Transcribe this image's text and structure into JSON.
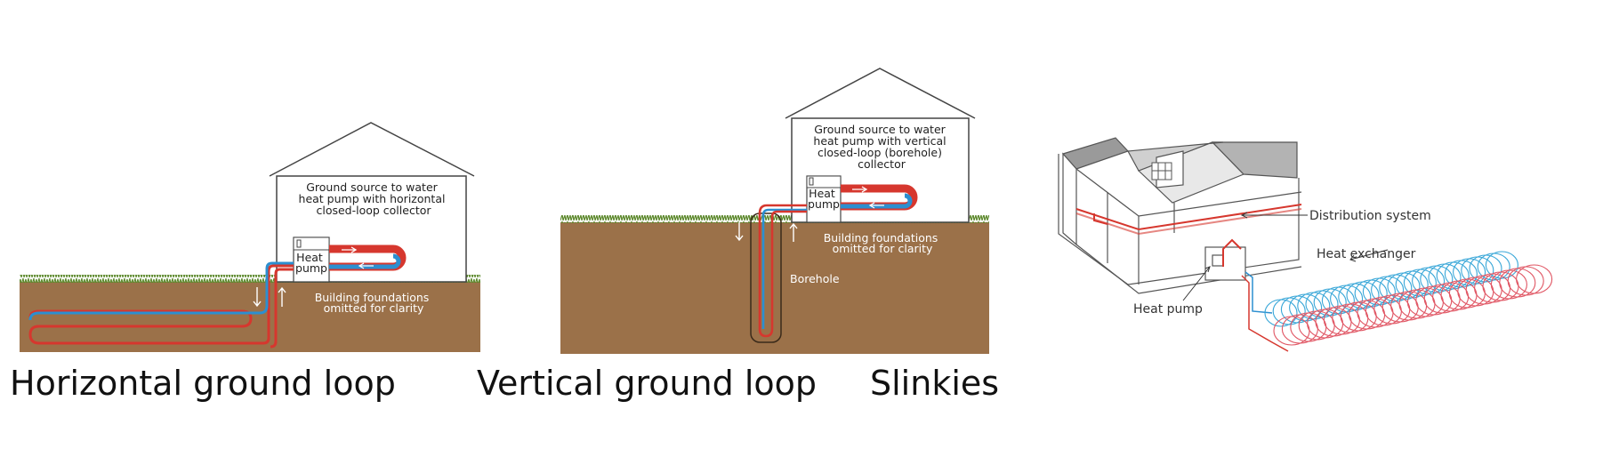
{
  "panels": {
    "horizontal": {
      "house_text": [
        "Ground source to water",
        "heat pump with horizontal",
        "closed-loop collector"
      ],
      "pump": [
        "Heat",
        "pump"
      ],
      "foundation_note": [
        "Building foundations",
        "omitted for clarity"
      ]
    },
    "vertical": {
      "house_text": [
        "Ground source to water",
        "heat pump with vertical",
        "closed-loop (borehole)",
        "collector"
      ],
      "pump": [
        "Heat",
        "pump"
      ],
      "foundation_note": [
        "Building foundations",
        "omitted for clarity"
      ],
      "borehole": "Borehole"
    },
    "slinky": {
      "distribution": "Distribution system",
      "exchanger": "Heat exchanger",
      "pump": "Heat pump"
    }
  },
  "captions": {
    "horizontal": "Horizontal ground loop",
    "vertical": "Vertical ground loop",
    "slinkies": "Slinkies"
  },
  "colors": {
    "soil": "#9b7149",
    "grass": "#5e8a2e",
    "pipe_red": "#d6372e",
    "pipe_blue": "#2c8fd0",
    "house_line": "#444444"
  }
}
